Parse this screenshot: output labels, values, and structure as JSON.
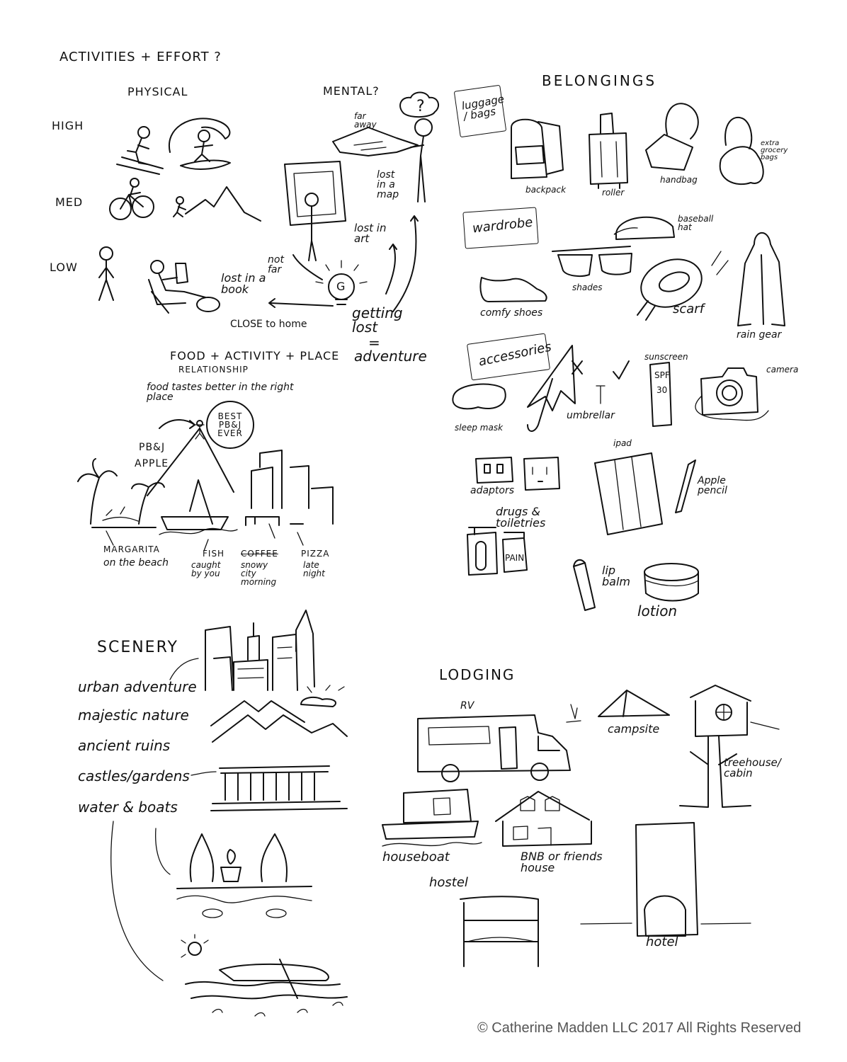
{
  "activities": {
    "title": "ACTIVITIES + EFFORT ?",
    "col_physical": "PHYSICAL",
    "col_mental": "MENTAL?",
    "row_high": "HIGH",
    "row_med": "MED",
    "row_low": "LOW",
    "far_away": "far away",
    "lost_in_map": "lost in a map",
    "lost_in_art": "lost in art",
    "not_far": "not far",
    "lost_in_book": "lost in a book",
    "close_to_home": "CLOSE to home",
    "getting_lost": "getting lost",
    "equals": "=",
    "adventure": "adventure",
    "bulb_letter": "G",
    "thought_mark": "?"
  },
  "food": {
    "title": "FOOD + ACTIVITY + PLACE",
    "subtitle": "RELATIONSHIP",
    "note": "food tastes better in the right place",
    "bubble": "BEST PB&J EVER",
    "pbj": "PB&J",
    "apple": "APPLE",
    "margarita": "MARGARITA",
    "beach": "on the beach",
    "fish": "FISH",
    "fish_sub": "caught by you",
    "coffee": "COFFEE",
    "coffee_sub": "snowy city morning",
    "pizza": "PIZZA",
    "pizza_sub": "late night"
  },
  "belongings": {
    "title": "BELONGINGS",
    "luggage_box": "luggage / bags",
    "backpack": "backpack",
    "roller": "roller",
    "handbag": "handbag",
    "grocery": "extra grocery bags",
    "wardrobe_box": "wardrobe",
    "baseball_hat": "baseball hat",
    "shades": "shades",
    "comfy_shoes": "comfy shoes",
    "scarf": "scarf",
    "rain_gear": "rain gear",
    "accessories_box": "accessories",
    "sunscreen": "sunscreen",
    "spf": "SPF",
    "spf_num": "30",
    "camera": "camera",
    "sleep_mask": "sleep mask",
    "umbrella": "umbrellar",
    "adaptors": "adaptors",
    "ipad": "ipad",
    "apple_pencil": "Apple pencil",
    "drugs": "drugs & toiletries",
    "pain": "PAIN",
    "lip_balm": "lip balm",
    "lotion": "lotion"
  },
  "scenery": {
    "title": "SCENERY",
    "items": [
      "urban adventure",
      "majestic nature",
      "ancient ruins",
      "castles/gardens",
      "water & boats"
    ]
  },
  "lodging": {
    "title": "LODGING",
    "rv": "RV",
    "campsite": "campsite",
    "treehouse": "treehouse/ cabin",
    "houseboat": "houseboat",
    "bnb": "BNB or friends house",
    "hostel": "hostel",
    "hotel": "hotel"
  },
  "footer": {
    "copyright": "© Catherine Madden LLC 2017 All Rights Reserved"
  }
}
